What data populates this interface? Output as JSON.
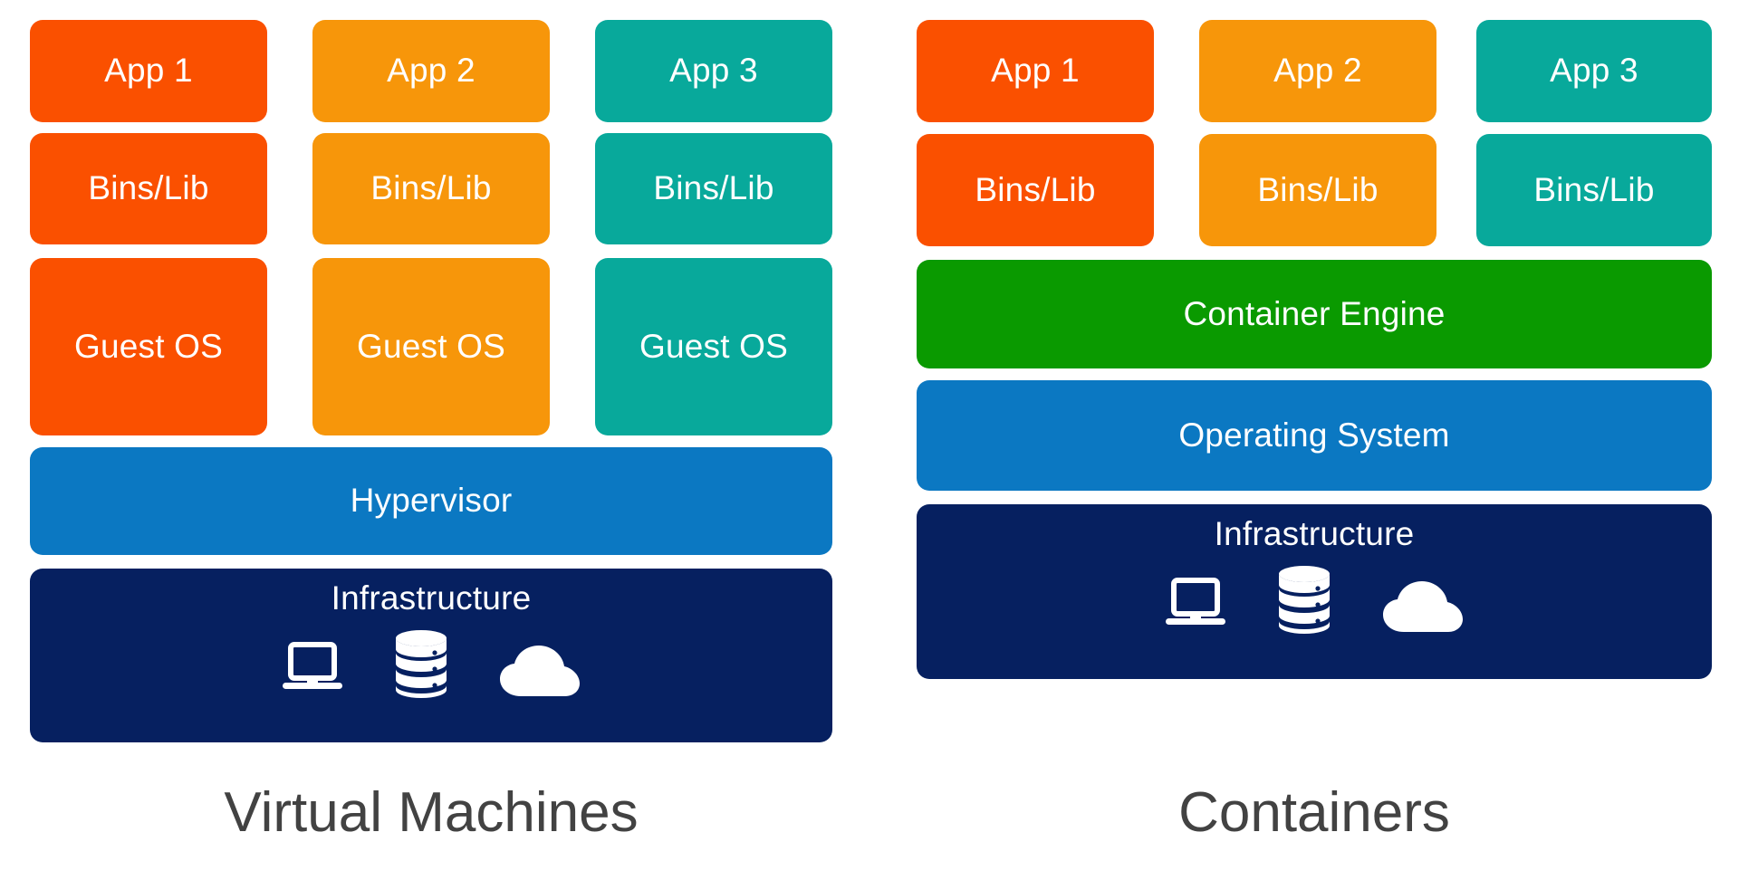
{
  "diagram": {
    "title_left": "Virtual Machines",
    "title_right": "Containers",
    "colors": {
      "app1": "#FA5000",
      "app2": "#F7960A",
      "app3": "#08A99B",
      "hypervisor": "#0B78C2",
      "operating_system": "#0B78C2",
      "container_engine": "#0A9A00",
      "infrastructure": "#062060",
      "caption_text": "#424242",
      "background": "#FFFFFF",
      "box_text": "#FFFFFF"
    }
  },
  "vm_panel": {
    "caption": "Virtual Machines",
    "columns": [
      {
        "app": "App 1",
        "bins": "Bins/Lib",
        "guest": "Guest OS",
        "color": "#FA5000"
      },
      {
        "app": "App 2",
        "bins": "Bins/Lib",
        "guest": "Guest OS",
        "color": "#F7960A"
      },
      {
        "app": "App 3",
        "bins": "Bins/Lib",
        "guest": "Guest OS",
        "color": "#08A99B"
      }
    ],
    "hypervisor": {
      "label": "Hypervisor",
      "color": "#0B78C2"
    },
    "infrastructure": {
      "label": "Infrastructure",
      "color": "#062060",
      "icons": [
        "laptop-icon",
        "database-icon",
        "cloud-icon"
      ]
    }
  },
  "container_panel": {
    "caption": "Containers",
    "columns": [
      {
        "app": "App 1",
        "bins": "Bins/Lib",
        "color": "#FA5000"
      },
      {
        "app": "App 2",
        "bins": "Bins/Lib",
        "color": "#F7960A"
      },
      {
        "app": "App 3",
        "bins": "Bins/Lib",
        "color": "#08A99B"
      }
    ],
    "container_engine": {
      "label": "Container Engine",
      "color": "#0A9A00"
    },
    "operating_system": {
      "label": "Operating System",
      "color": "#0B78C2"
    },
    "infrastructure": {
      "label": "Infrastructure",
      "color": "#062060",
      "icons": [
        "laptop-icon",
        "database-icon",
        "cloud-icon"
      ]
    }
  }
}
